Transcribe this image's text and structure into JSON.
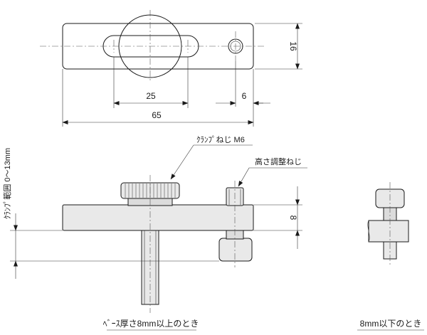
{
  "dimensions": {
    "height_top": "16",
    "slot_pitch": "25",
    "hole_offset": "6",
    "overall_length": "65",
    "base_thickness": "8"
  },
  "labels": {
    "clamp_screw": "ｸﾗﾝﾌﾟねじ M6",
    "height_screw": "高さ調整ねじ",
    "clamp_range": "ｸﾗﾝﾌﾟ範囲 0～13mm"
  },
  "captions": {
    "left": "ﾍﾞｰｽ厚さ8mm以上のとき",
    "right": "8mm以下のとき"
  }
}
